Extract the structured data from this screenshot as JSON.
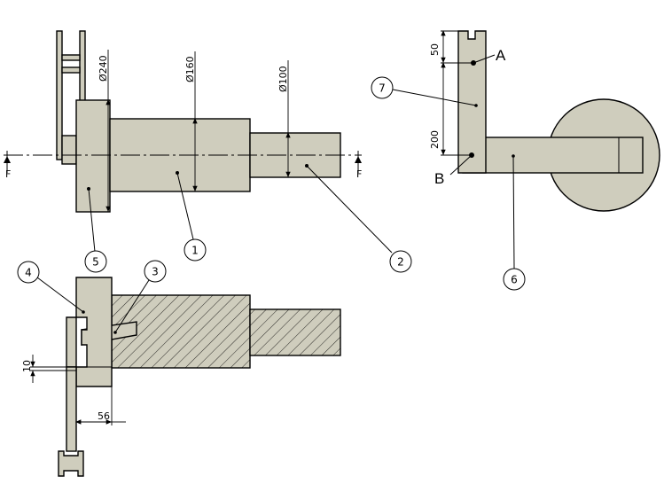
{
  "dimensions": {
    "d240": "Ø240",
    "d160": "Ø160",
    "d100": "Ø100",
    "h50": "50",
    "h200": "200",
    "t10": "10",
    "w56": "56"
  },
  "points": {
    "a": "A",
    "b": "B",
    "f_left": "F",
    "f_right": "F"
  },
  "balloons": [
    "1",
    "2",
    "3",
    "4",
    "5",
    "6",
    "7"
  ],
  "colors": {
    "part_fill": "#cfcdbd",
    "stroke": "#000000"
  }
}
